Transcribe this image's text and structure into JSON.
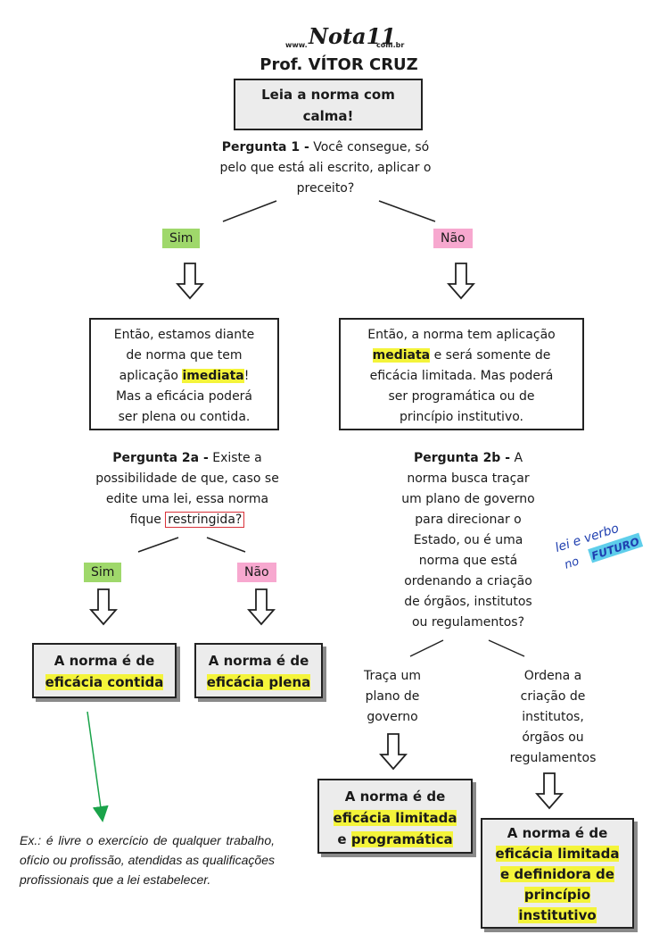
{
  "header": {
    "logo_prefix": "www.",
    "logo_main": "Nota11",
    "logo_suffix": "com.br",
    "author": "Prof. VÍTOR CRUZ"
  },
  "start": {
    "text_line1": "Leia a norma com",
    "text_line2": "calma!"
  },
  "q1": {
    "label": "Pergunta 1 -",
    "text_l1": " Você consegue, só",
    "text_l2": "pelo que está ali escrito, aplicar o",
    "text_l3": "preceito?"
  },
  "tags": {
    "yes": "Sim",
    "no": "Não"
  },
  "left_box": {
    "l1": "Então, estamos diante",
    "l2": "de norma que tem",
    "l3_pre": "aplicação ",
    "l3_hl": "imediata",
    "l3_post": "!",
    "l4": "Mas a eficácia poderá",
    "l5": "ser plena ou contida."
  },
  "right_box": {
    "l1": "Então, a norma tem aplicação",
    "l2_hl": "mediata",
    "l2_post": " e será somente de",
    "l3": "eficácia limitada. Mas poderá",
    "l4": "ser programática ou de",
    "l5": "princípio institutivo."
  },
  "q2a": {
    "label": "Pergunta 2a -",
    "l1": " Existe a",
    "l2": "possibilidade de que, caso se",
    "l3": "edite uma lei, essa norma",
    "l4_pre": "fique ",
    "l4_boxed": "restringida?"
  },
  "q2b": {
    "label": "Pergunta 2b -",
    "l1": " A",
    "l2": "norma busca traçar",
    "l3": "um plano de governo",
    "l4": "para direcionar o",
    "l5": "Estado, ou é uma",
    "l6": "norma que está",
    "l7": "ordenando a criação",
    "l8": "de órgãos, institutos",
    "l9": "ou regulamentos?"
  },
  "result_contida": {
    "l1": "A norma é de",
    "l2": "eficácia contida"
  },
  "result_plena": {
    "l1": "A norma é de",
    "l2": "eficácia plena"
  },
  "branch_traca": {
    "l1": "Traça um",
    "l2": "plano de",
    "l3": "governo"
  },
  "branch_ordena": {
    "l1": "Ordena a",
    "l2": "criação de",
    "l3": "institutos,",
    "l4": "órgãos ou",
    "l5": "regulamentos"
  },
  "result_programatica": {
    "l1": "A norma é de",
    "l2": "eficácia limitada",
    "l3_pre": "e ",
    "l3_hl": "programática"
  },
  "result_institutivo": {
    "l1": "A norma é de",
    "l2": "eficácia limitada",
    "l3": "e definidora de",
    "l4": "princípio",
    "l5": "institutivo"
  },
  "handwritten_note": {
    "l1": "lei e verbo",
    "l2_pre": "no ",
    "l2_hl": "FUTURO"
  },
  "example": {
    "text": "Ex.: é livre o exercício de qualquer trabalho, ofício ou profissão, atendidas as qualificações profissionais que a lei estabelecer."
  },
  "colors": {
    "highlight": "#f4f43a",
    "yes_tag": "#9fd86b",
    "no_tag": "#f7a8cf",
    "boxed_word_border": "#d9323a",
    "arrow_green": "#1aa34a",
    "note_ink": "#1f3fb0",
    "note_highlight": "#42c6e8"
  }
}
